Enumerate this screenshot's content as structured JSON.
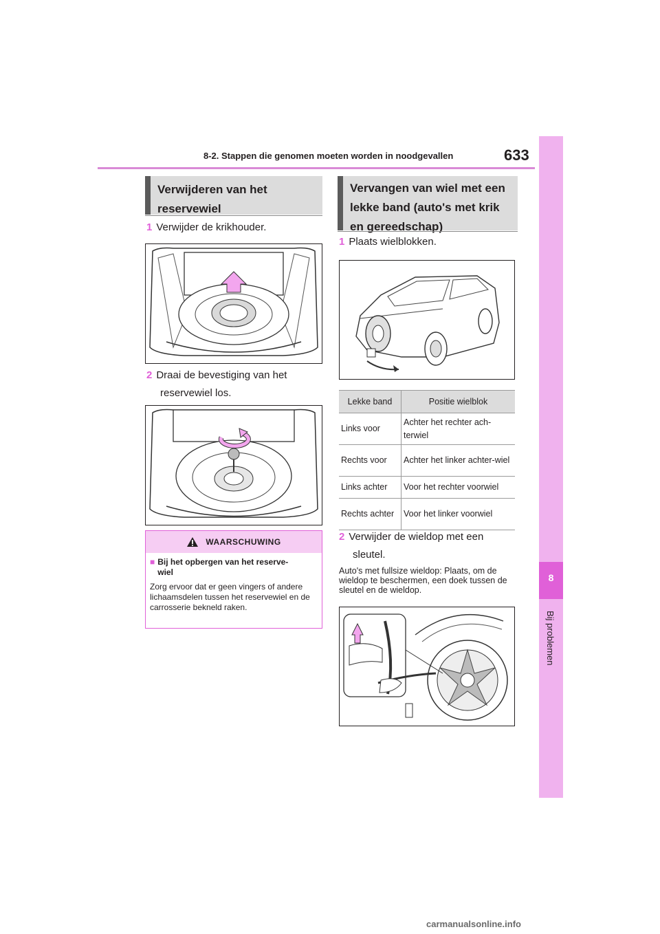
{
  "header": {
    "section_title": "8-2. Stappen die genomen moeten worden in noodgevallen",
    "page_number": "633"
  },
  "side_tab": {
    "chapter_number": "8",
    "chapter_label": "Bij problemen"
  },
  "left": {
    "heading_line1": "Verwijderen van het",
    "heading_line2": "reservewiel",
    "step1_num": "1",
    "step1_text": "Verwijder de krikhouder.",
    "step2_num": "2",
    "step2_line1": "Draai de bevestiging van het",
    "step2_line2": "reservewiel los.",
    "warning": {
      "title": "WAARSCHUWING",
      "subtitle_line1": "Bij het opbergen van het reserve-",
      "subtitle_line2": "wiel",
      "body": "Zorg ervoor dat er geen vingers of andere lichaamsdelen tussen het reservewiel en de carrosserie bekneld raken."
    }
  },
  "right": {
    "heading_line1": "Vervangen van wiel met een",
    "heading_line2": "lekke band (auto's met krik",
    "heading_line3": "en gereedschap)",
    "step1_num": "1",
    "step1_text": "Plaats wielblokken.",
    "table": {
      "headers": [
        "Lekke band",
        "Positie wielblok"
      ],
      "rows": [
        [
          "Links voor",
          "Achter het rechter ach-terwiel"
        ],
        [
          "Rechts voor",
          "Achter het linker achter-wiel"
        ],
        [
          "Links achter",
          "Voor het rechter voorwiel"
        ],
        [
          "Rechts achter",
          "Voor het linker voorwiel"
        ]
      ]
    },
    "step2_num": "2",
    "step2_line1": "Verwijder de wieldop met een",
    "step2_line2": "sleutel.",
    "note": "Auto's met fullsize wieldop: Plaats, om de wieldop te beschermen, een doek tussen de sleutel en de wieldop."
  },
  "footer": {
    "watermark": "carmanualsonline.info"
  },
  "colors": {
    "accent": "#e060d8",
    "tab": "#f0b2ee",
    "heading_bg": "#dcdcdc",
    "heading_bar": "#5b5b5b"
  }
}
